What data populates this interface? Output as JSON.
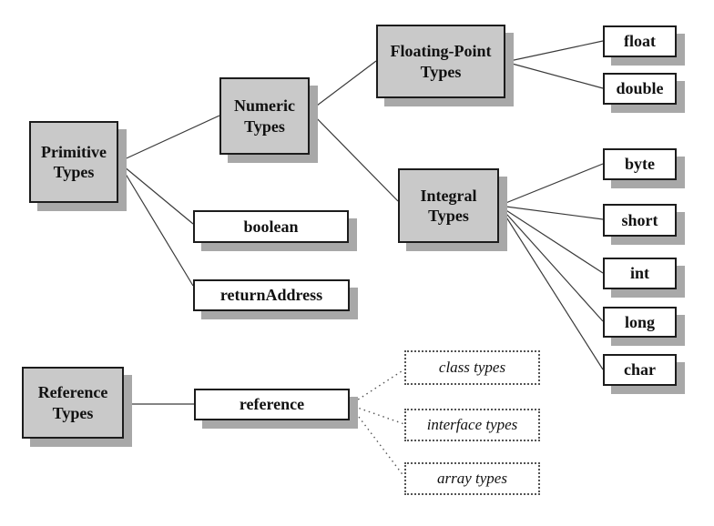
{
  "colors": {
    "category_fill": "#c9c9c9",
    "leaf_fill": "#ffffff",
    "shadow": "#a8a8a8",
    "border": "#1c1c1c",
    "connector": "#3a3a3a",
    "dotted_connector": "#555555",
    "background": "#ffffff"
  },
  "nodes": {
    "primitive": {
      "label": "Primitive Types"
    },
    "numeric": {
      "label": "Numeric Types"
    },
    "floating": {
      "label": "Floating-Point Types"
    },
    "integral": {
      "label": "Integral Types"
    },
    "boolean": {
      "label": "boolean"
    },
    "return_address": {
      "label": "returnAddress"
    },
    "float": {
      "label": "float"
    },
    "double": {
      "label": "double"
    },
    "byte": {
      "label": "byte"
    },
    "short": {
      "label": "short"
    },
    "int": {
      "label": "int"
    },
    "long": {
      "label": "long"
    },
    "char": {
      "label": "char"
    },
    "reference_types": {
      "label": "Reference Types"
    },
    "reference": {
      "label": "reference"
    },
    "class_types": {
      "label": "class types"
    },
    "interface_types": {
      "label": "interface types"
    },
    "array_types": {
      "label": "array types"
    }
  },
  "edges": [
    {
      "from": "primitive",
      "to": "numeric",
      "style": "solid"
    },
    {
      "from": "primitive",
      "to": "boolean",
      "style": "solid"
    },
    {
      "from": "primitive",
      "to": "return_address",
      "style": "solid"
    },
    {
      "from": "numeric",
      "to": "floating",
      "style": "solid"
    },
    {
      "from": "numeric",
      "to": "integral",
      "style": "solid"
    },
    {
      "from": "floating",
      "to": "float",
      "style": "solid"
    },
    {
      "from": "floating",
      "to": "double",
      "style": "solid"
    },
    {
      "from": "integral",
      "to": "byte",
      "style": "solid"
    },
    {
      "from": "integral",
      "to": "short",
      "style": "solid"
    },
    {
      "from": "integral",
      "to": "int",
      "style": "solid"
    },
    {
      "from": "integral",
      "to": "long",
      "style": "solid"
    },
    {
      "from": "integral",
      "to": "char",
      "style": "solid"
    },
    {
      "from": "reference_types",
      "to": "reference",
      "style": "solid"
    },
    {
      "from": "reference",
      "to": "class_types",
      "style": "dotted"
    },
    {
      "from": "reference",
      "to": "interface_types",
      "style": "dotted"
    },
    {
      "from": "reference",
      "to": "array_types",
      "style": "dotted"
    }
  ]
}
